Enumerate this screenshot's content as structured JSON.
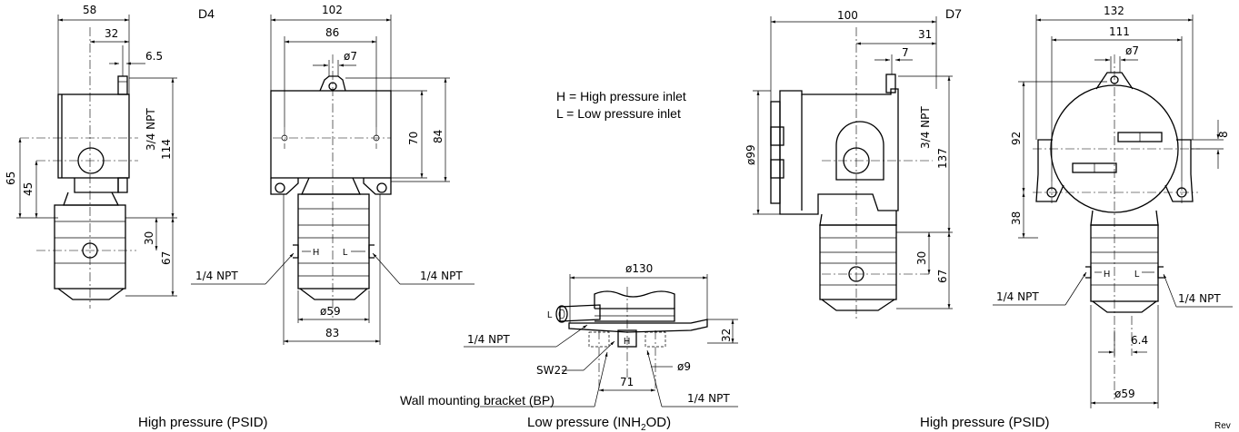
{
  "legend": {
    "high": "H = High pressure inlet",
    "low": "L = Low pressure inlet"
  },
  "labels": {
    "d4": "D4",
    "d7": "D7",
    "h": "H",
    "l": "L",
    "quarter_npt": "1/4 NPT",
    "three_quarter_npt": "3/4 NPT",
    "sw22": "SW22",
    "bracket": "Wall mounting bracket (BP)",
    "rev": "Rev"
  },
  "captions": {
    "left": "High pressure (PSID)",
    "center": "Low pressure (INH",
    "center_sub": "2",
    "center_end": "OD)",
    "right": "High pressure (PSID)"
  },
  "dims": {
    "d4_side": {
      "width": "58",
      "offset": "32",
      "small": "6.5",
      "h65": "65",
      "h45": "45",
      "h114": "114",
      "h30": "30",
      "h67": "67"
    },
    "d4_front": {
      "w102": "102",
      "w86": "86",
      "hole": "ø7",
      "h70": "70",
      "h84": "84",
      "w59": "ø59",
      "w83": "83"
    },
    "low": {
      "dia130": "ø130",
      "h32": "32",
      "w71": "71",
      "hole9": "ø9"
    },
    "d7_side": {
      "w100": "100",
      "w31": "31",
      "w7": "7",
      "dia99": "ø99",
      "h137": "137",
      "h30": "30",
      "h67": "67"
    },
    "d7_front": {
      "w132": "132",
      "w111": "111",
      "hole": "ø7",
      "h92": "92",
      "h38": "38",
      "h8": "8",
      "w64": "6.4",
      "w59": "ø59"
    }
  }
}
